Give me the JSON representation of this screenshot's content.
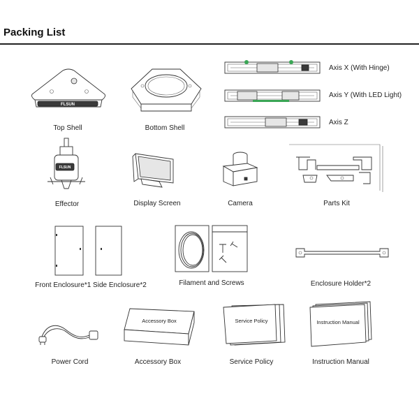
{
  "header": {
    "title": "Packing List"
  },
  "items": {
    "top_shell": "Top Shell",
    "bottom_shell": "Bottom Shell",
    "axis_x": "Axis X (With Hinge)",
    "axis_y": "Axis Y (With LED Light)",
    "axis_z": "Axis Z",
    "effector": "Effector",
    "display_screen": "Display Screen",
    "camera": "Camera",
    "parts_kit": "Parts Kit",
    "enclosures": "Front Enclosure*1 Side Enclosure*2",
    "filament_screws": "Filament and Screws",
    "enclosure_holder": "Enclosure Holder*2",
    "power_cord": "Power Cord",
    "accessory_box": "Accessory Box",
    "service_policy": "Service Policy",
    "instruction_manual": "Instruction Manual"
  },
  "printed_text": {
    "brand": "FLSUN",
    "accessory_box_label": "Accessory Box",
    "service_policy_label": "Service Policy",
    "instruction_manual_label": "Instruction Manual"
  },
  "colors": {
    "rule": "#222222",
    "led_green": "#3aa655"
  }
}
